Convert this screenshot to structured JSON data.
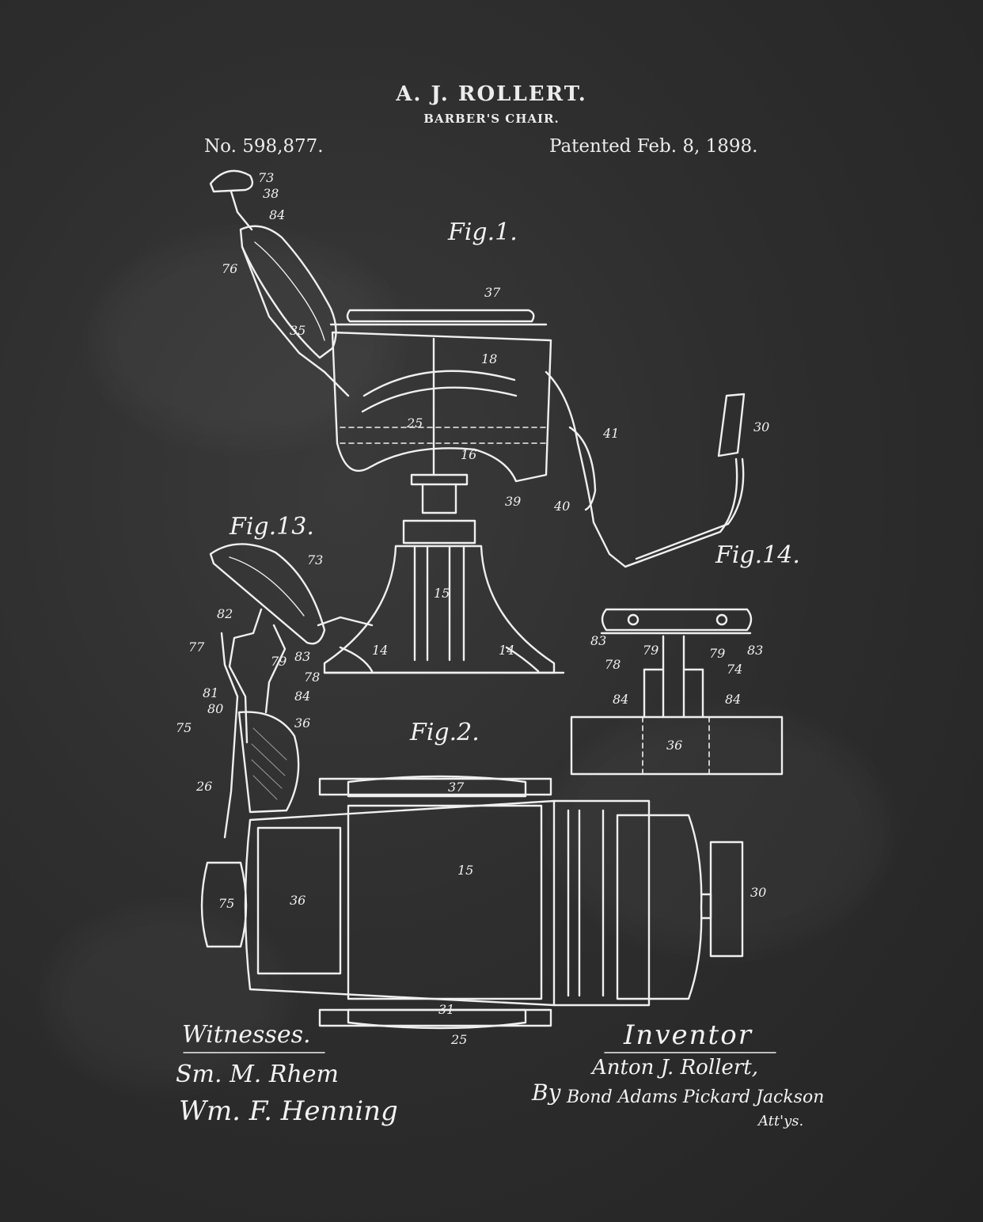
{
  "header": {
    "inventor": "A. J. ROLLERT.",
    "subject": "BARBER'S CHAIR.",
    "patent_number": "No. 598,877.",
    "patent_date": "Patented Feb. 8, 1898."
  },
  "figures": {
    "fig1": "Fig.1.",
    "fig2": "Fig.2.",
    "fig13": "Fig.13.",
    "fig14": "Fig.14."
  },
  "reference_numerals": {
    "n73a": "73",
    "n38": "38",
    "n84a": "84",
    "n76": "76",
    "n35": "35",
    "n37a": "37",
    "n18": "18",
    "n25": "25",
    "n16": "16",
    "n39": "39",
    "n40": "40",
    "n41": "41",
    "n30a": "30",
    "n15a": "15",
    "n14a": "14",
    "n14b": "14",
    "n73b": "73",
    "n82": "82",
    "n77": "77",
    "n79a": "79",
    "n83a": "83",
    "n78a": "78",
    "n81": "81",
    "n80": "80",
    "n84b": "84",
    "n75a": "75",
    "n36a": "36",
    "n26": "26",
    "n83b": "83",
    "n79b": "79",
    "n79c": "79",
    "n83c": "83",
    "n78b": "78",
    "n74": "74",
    "n84c": "84",
    "n84d": "84",
    "n36b": "36",
    "n37b": "37",
    "n15b": "15",
    "n75b": "75",
    "n36c": "36",
    "n30b": "30",
    "n31": "31",
    "n25b": "25"
  },
  "footer": {
    "witnesses_label": "Witnesses.",
    "witness_1": "Sm. M. Rhem",
    "witness_2": "Wm. F. Henning",
    "inventor_label": "Inventor",
    "inventor_signature": "Anton J. Rollert,",
    "attorneys_by": "By",
    "attorneys": "Bond Adams Pickard Jackson",
    "attys": "Att'ys."
  }
}
